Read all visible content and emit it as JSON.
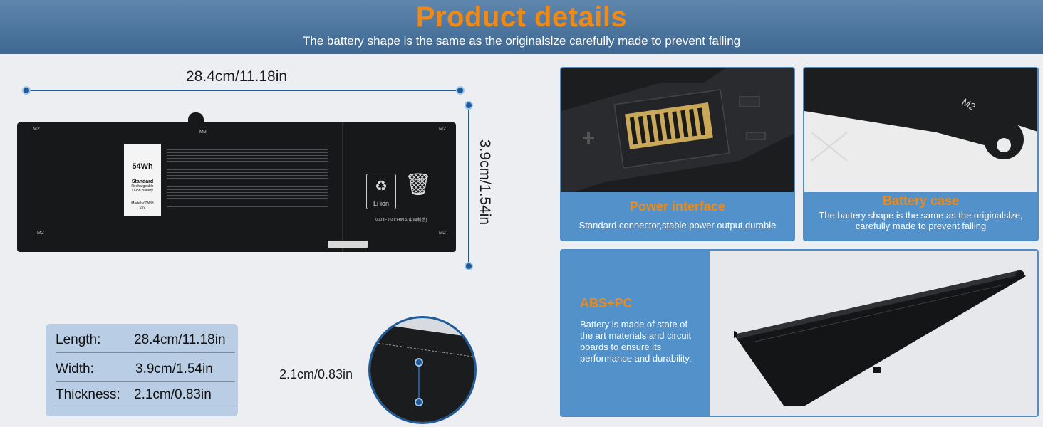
{
  "header": {
    "title": "Product details",
    "subtitle": "The battery shape is the same as the originalslze carefully made to prevent falling"
  },
  "dimensions": {
    "length_label": "28.4cm/11.18in",
    "width_label": "3.9cm/1.54in",
    "thickness_label": "2.1cm/0.83in"
  },
  "battery_label": {
    "capacity": "54Wh",
    "type": "Standard",
    "chem_line1": "Rechargeable",
    "chem_line2": "Li-ion Battery",
    "model": "Model:V6W33",
    "voltage": "15V",
    "mark": "M2",
    "li_ion": "Li-ion",
    "made_in": "MADE IN CHINA(中国制造)"
  },
  "specs": {
    "length_key": "Length:",
    "length_val": "28.4cm/11.18in",
    "width_key": "Width:",
    "width_val": "3.9cm/1.54in",
    "thickness_key": "Thickness:",
    "thickness_val": "2.1cm/0.83in"
  },
  "panels": {
    "power": {
      "title": "Power interface",
      "text": "Standard connector,stable power output,durable"
    },
    "case": {
      "title": "Battery case",
      "text_line1": "The battery shape is the same as the originalslze,",
      "text_line2": "carefully made to prevent falling",
      "mark": "M2"
    },
    "abs": {
      "title": "ABS+PC",
      "text": "Battery is made of state of the art materials and circuit boards to ensure its performance and durability."
    }
  },
  "colors": {
    "accent": "#f08a14",
    "panel_blue": "#5391ca",
    "line_blue": "#1f5a99"
  }
}
